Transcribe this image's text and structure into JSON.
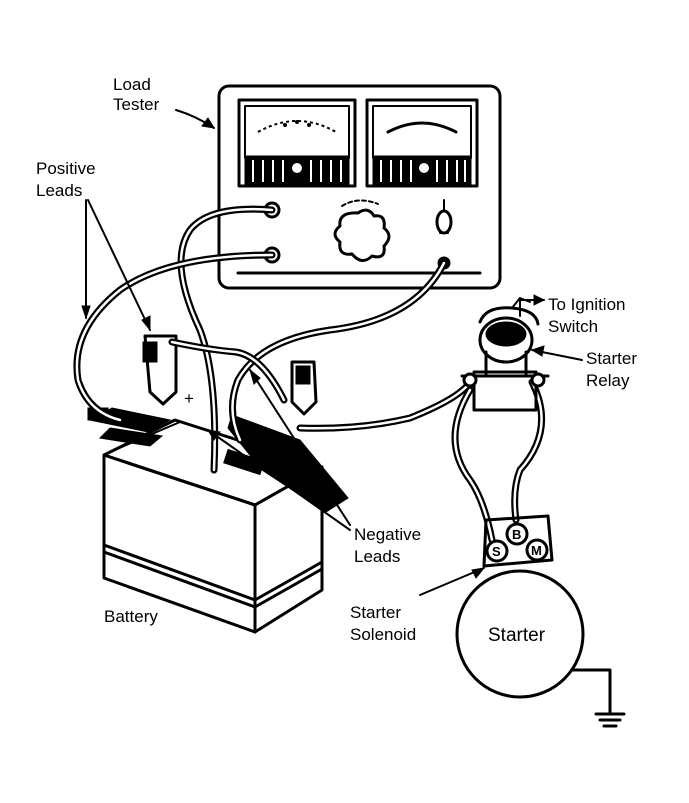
{
  "labels": {
    "load_tester": [
      "Load",
      "Tester"
    ],
    "positive_leads": [
      "Positive",
      "Leads"
    ],
    "to_ignition_switch": [
      "To Ignition",
      "Switch"
    ],
    "starter_relay": [
      "Starter",
      "Relay"
    ],
    "negative_leads": [
      "Negative",
      "Leads"
    ],
    "battery": "Battery",
    "starter_solenoid": [
      "Starter",
      "Solenoid"
    ],
    "starter": "Starter",
    "battery_positive": "+"
  },
  "solenoid_terminals": {
    "s": "S",
    "b": "B",
    "m": "M"
  }
}
